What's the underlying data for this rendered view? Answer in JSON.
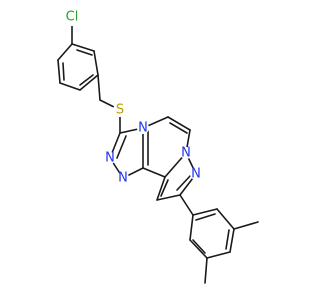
{
  "colors": {
    "bond": "#1a1a1a",
    "carbon": "#1a1a1a",
    "nitrogen": "#2233ee",
    "sulfur": "#b8a000",
    "chlorine": "#1fa81f"
  },
  "labels": {
    "cl": "Cl",
    "s": "S",
    "n1": "N",
    "n2": "N",
    "n3": "N",
    "n4": "N",
    "n5": "N"
  }
}
